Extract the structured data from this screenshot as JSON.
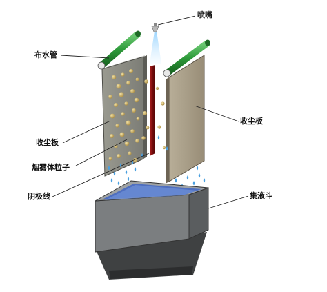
{
  "labels": {
    "nozzle": "喷嘴",
    "water_pipe": "布水管",
    "plate_right": "收尘板",
    "plate_left": "收尘板",
    "particles": "烟雾体粒子",
    "cathode_wire": "阴极线",
    "hopper": "集液斗"
  },
  "colors": {
    "pipe_green": "#2e9a3a",
    "plate_left": "#8a8a80",
    "plate_right": "#a89d86",
    "cathode": "#8c1010",
    "particle": "#cdb77a",
    "droplet": "#4aa0e0",
    "hopper": "#6f7274",
    "water": "#4a6fbf"
  }
}
